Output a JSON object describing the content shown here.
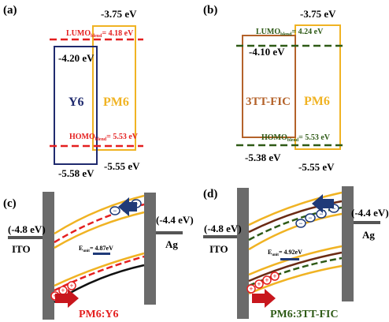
{
  "colors": {
    "y6": "#1f2a6e",
    "pm6": "#f0b323",
    "fic": "#b4622a",
    "red": "#e41f1f",
    "darkgreen": "#2e5a16",
    "gray": "#6b6b6b",
    "navy": "#1f3a78",
    "black": "#000000"
  },
  "panel_a": {
    "label": "(a)",
    "lumo_pm6": "-3.75 eV",
    "lumo_y6": "-4.20 eV",
    "homo_y6": "-5.58 eV",
    "homo_pm6": "-5.55 eV",
    "lumo_blend_prefix": "LUMO",
    "lumo_blend_sub": "blend",
    "lumo_blend_value": "= 4.18 eV",
    "homo_blend_prefix": "HOMO",
    "homo_blend_sub": "blend",
    "homo_blend_value": "= 5.53 eV",
    "acceptor": "Y6",
    "donor": "PM6"
  },
  "panel_b": {
    "label": "(b)",
    "lumo_pm6": "-3.75 eV",
    "lumo_fic": "-4.10 eV",
    "homo_fic": "-5.38 eV",
    "homo_pm6": "-5.55 eV",
    "lumo_blend_prefix": "LUMO",
    "lumo_blend_sub": "blend",
    "lumo_blend_value": "= 4.24 eV",
    "homo_blend_prefix": "HOMO",
    "homo_blend_sub": "blend",
    "homo_blend_value": "= 5.53 eV",
    "acceptor": "3TT-FIC",
    "donor": "PM6"
  },
  "panel_c": {
    "label": "(c)",
    "ito_wf": "(-4.8 eV)",
    "ito": "ITO",
    "ag_wf": "(-4.4 eV)",
    "ag": "Ag",
    "eunit_prefix": "E",
    "eunit_sub": "unit",
    "eunit_value": "= 4.87eV",
    "blend_name": "PM6:Y6",
    "minus": "−",
    "plus": "+"
  },
  "panel_d": {
    "label": "(d)",
    "ito_wf": "(-4.8 eV)",
    "ito": "ITO",
    "ag_wf": "(-4.4 eV)",
    "ag": "Ag",
    "eunit_prefix": "E",
    "eunit_sub": "unit",
    "eunit_value": "= 4.92eV",
    "blend_name": "PM6:3TT-FIC",
    "minus": "−",
    "plus": "+"
  }
}
